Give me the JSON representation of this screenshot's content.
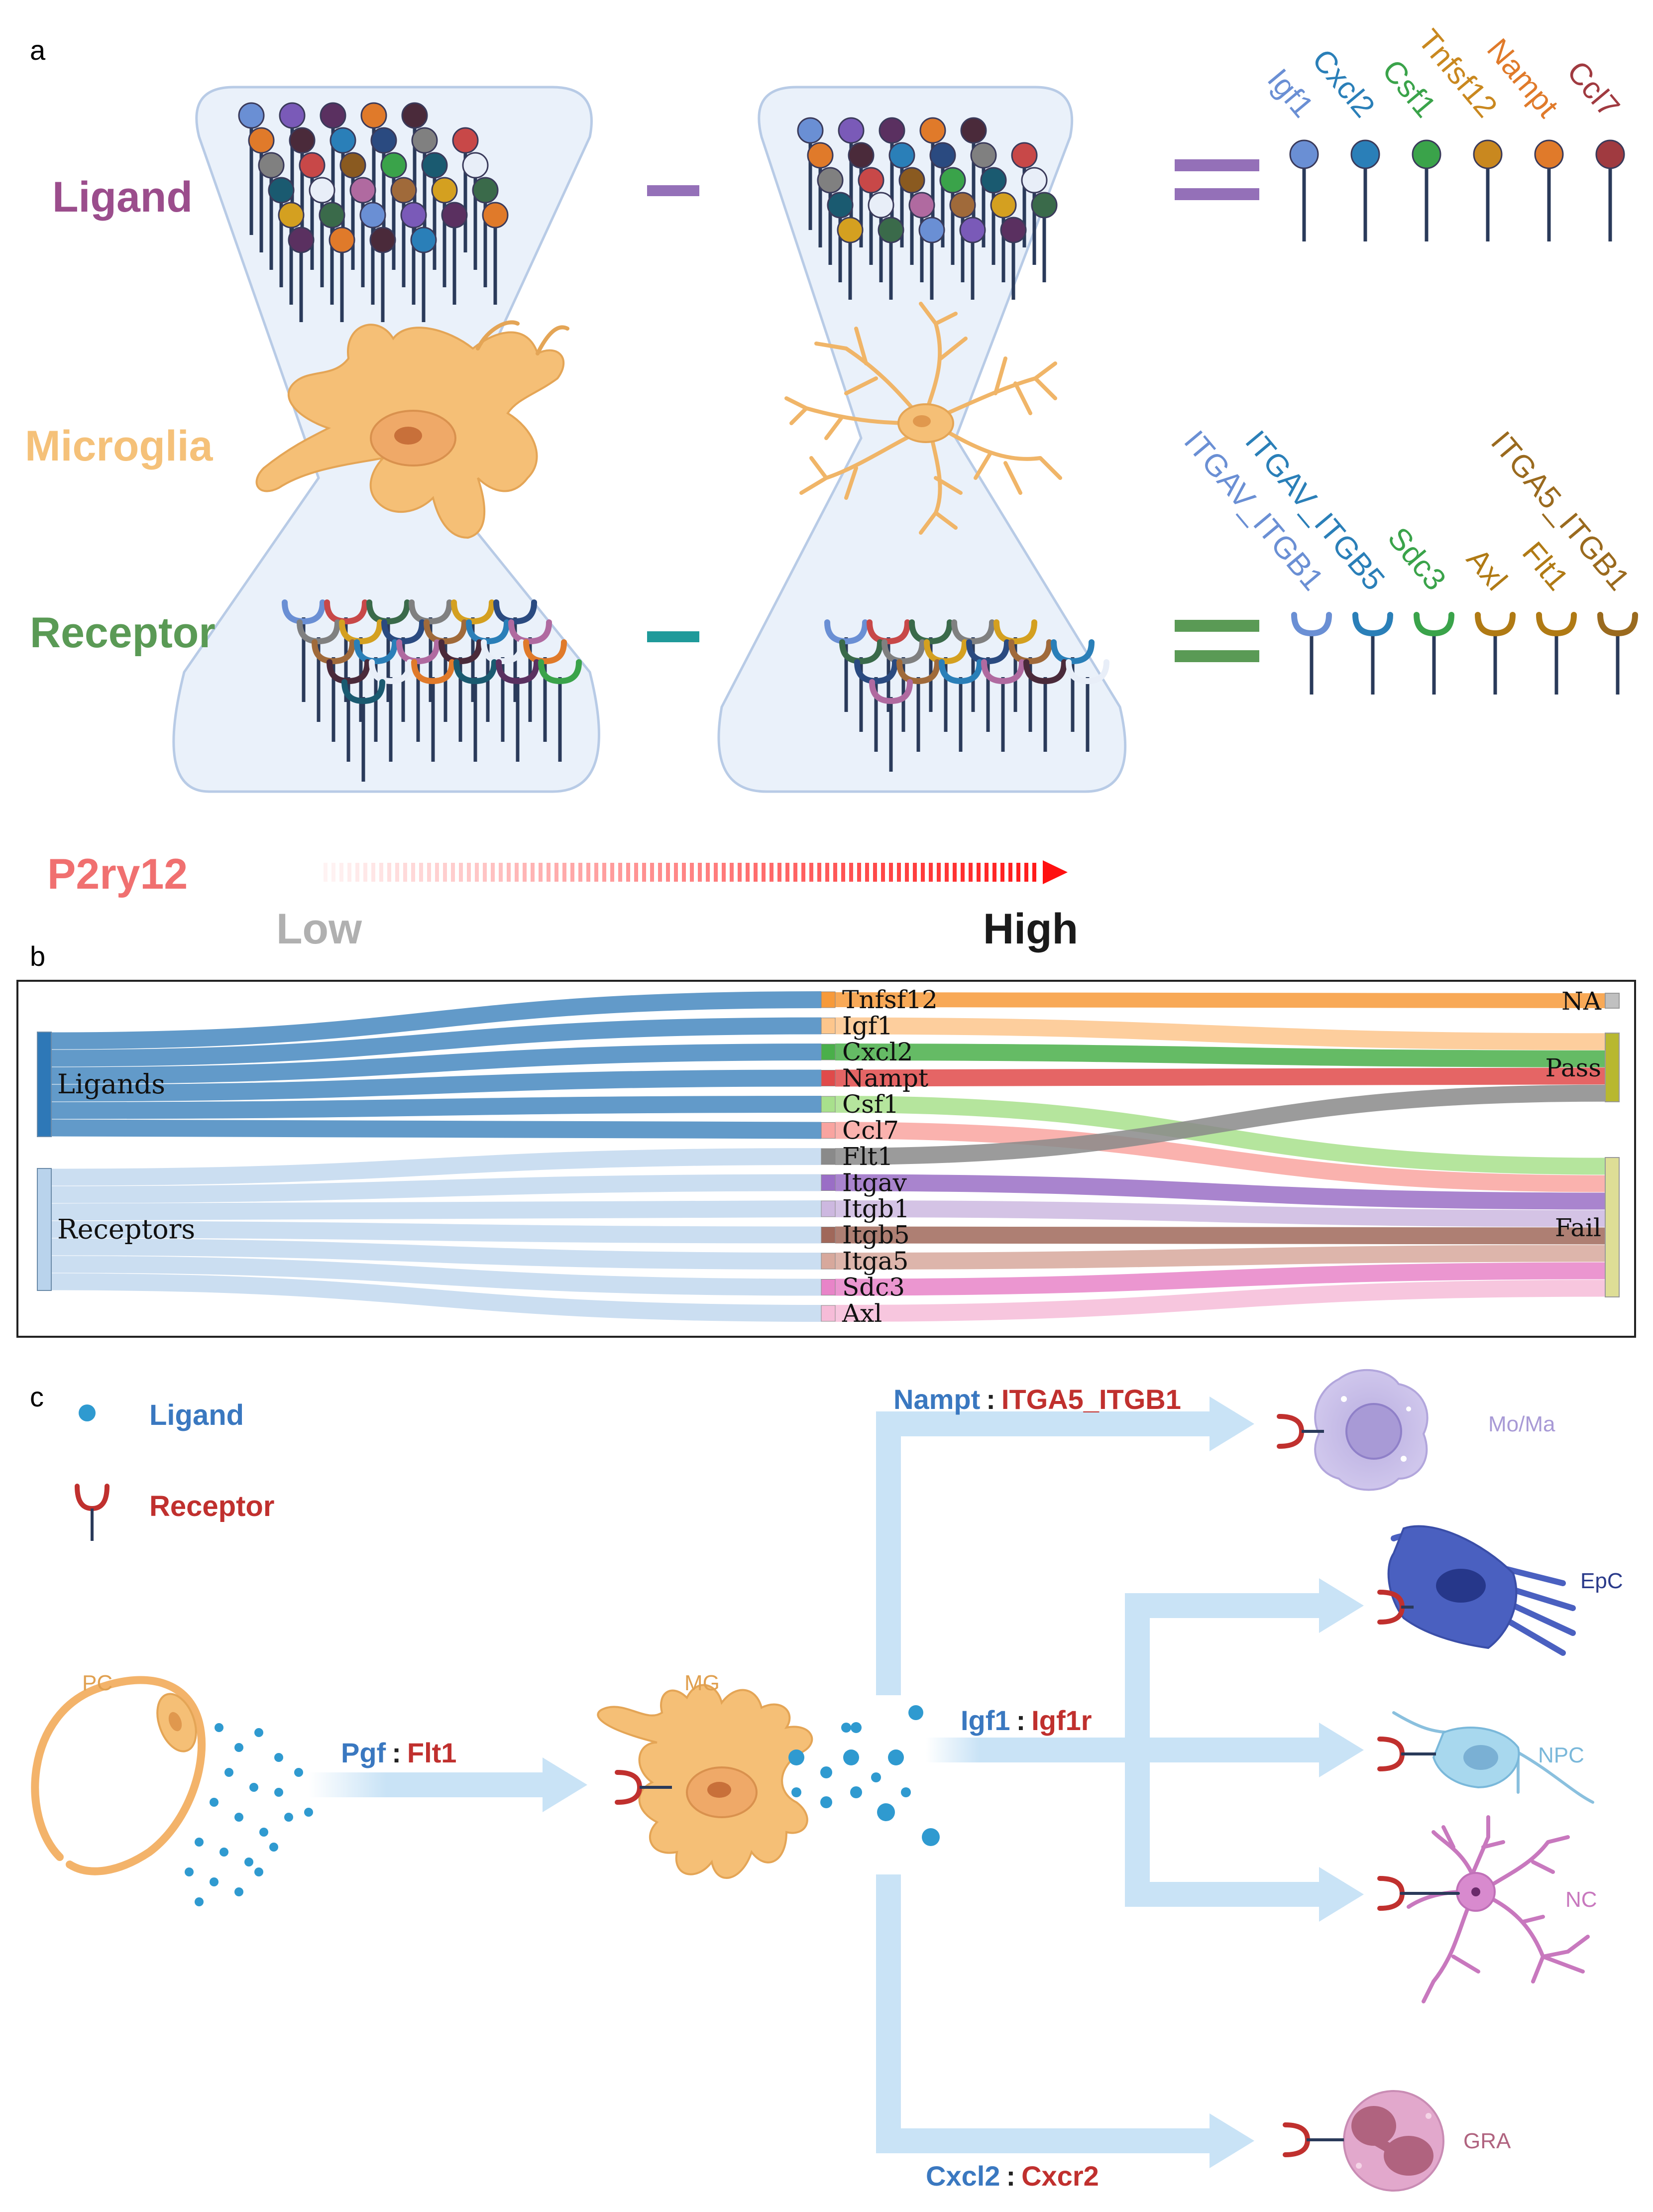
{
  "panel_labels": {
    "a": "a",
    "b": "b",
    "c": "c"
  },
  "panel_a": {
    "row_labels": {
      "ligand": "Ligand",
      "microglia": "Microglia",
      "receptor": "Receptor"
    },
    "ligand_genes": [
      {
        "name": "Igf1",
        "color": "#6a8fd4"
      },
      {
        "name": "Cxcl2",
        "color": "#2a7fb8"
      },
      {
        "name": "Csf1",
        "color": "#3aa34a"
      },
      {
        "name": "Tnfsf12",
        "color": "#c9881f"
      },
      {
        "name": "Nampt",
        "color": "#e07a2a"
      },
      {
        "name": "Ccl7",
        "color": "#a03a40"
      }
    ],
    "receptor_genes": [
      {
        "name": "ITGAV_ITGB1",
        "color": "#6a8fd4"
      },
      {
        "name": "ITGAV_ITGB5",
        "color": "#2a7fb8"
      },
      {
        "name": "Sdc3",
        "color": "#3aa34a"
      },
      {
        "name": "Axl",
        "color": "#b07a14"
      },
      {
        "name": "Flt1",
        "color": "#b07a14"
      },
      {
        "name": "ITGA5_ITGB1",
        "color": "#9a6a1e"
      }
    ],
    "gradient": {
      "gene": "P2ry12",
      "low": "Low",
      "high": "High"
    },
    "colors": {
      "ligand": "#9b4d8c",
      "microglia": "#f5c179",
      "receptor": "#5a9a55",
      "p2ry12": "#f07070",
      "minus_ligand": "#9470b8",
      "minus_receptor": "#1f9a9a",
      "cell": "#f5bf76"
    }
  },
  "panel_b": {
    "sources": [
      {
        "name": "Ligands",
        "color": "#2e78b7"
      },
      {
        "name": "Receptors",
        "color": "#b9d3ec"
      }
    ],
    "genes": [
      {
        "name": "Tnfsf12",
        "color": "#f79a3a",
        "source": "Ligands",
        "target": "NA"
      },
      {
        "name": "Igf1",
        "color": "#fdc68c",
        "source": "Ligands",
        "target": "Pass"
      },
      {
        "name": "Cxcl2",
        "color": "#4aaf4a",
        "source": "Ligands",
        "target": "Pass"
      },
      {
        "name": "Nampt",
        "color": "#e04a4a",
        "source": "Ligands",
        "target": "Pass"
      },
      {
        "name": "Csf1",
        "color": "#a8e08c",
        "source": "Ligands",
        "target": "Fail"
      },
      {
        "name": "Ccl7",
        "color": "#f9a4a0",
        "source": "Ligands",
        "target": "Fail"
      },
      {
        "name": "Flt1",
        "color": "#8a8a8a",
        "source": "Receptors",
        "target": "Pass"
      },
      {
        "name": "Itgav",
        "color": "#9a6ec6",
        "source": "Receptors",
        "target": "Fail"
      },
      {
        "name": "Itgb1",
        "color": "#cdb8e0",
        "source": "Receptors",
        "target": "Fail"
      },
      {
        "name": "Itgb5",
        "color": "#a0685a",
        "source": "Receptors",
        "target": "Fail"
      },
      {
        "name": "Itga5",
        "color": "#d7a89c",
        "source": "Receptors",
        "target": "Fail"
      },
      {
        "name": "Sdc3",
        "color": "#e884c8",
        "source": "Receptors",
        "target": "Fail"
      },
      {
        "name": "Axl",
        "color": "#f6bcd8",
        "source": "Receptors",
        "target": "Fail"
      }
    ],
    "targets": [
      {
        "name": "NA",
        "color": "#c0c0c0"
      },
      {
        "name": "Pass",
        "color": "#b8b830"
      },
      {
        "name": "Fail",
        "color": "#dede96"
      }
    ]
  },
  "panel_c": {
    "legend": {
      "ligand": "Ligand",
      "receptor": "Receptor"
    },
    "cells": {
      "pc": "PC",
      "mg": "MG",
      "moma": "Mo/Ma",
      "epc": "EpC",
      "npc": "NPC",
      "nc": "NC",
      "gra": "GRA"
    },
    "interactions": {
      "pgf_flt1": {
        "ligand": "Pgf",
        "receptor": "Flt1",
        "sep": ":"
      },
      "nampt_itga5": {
        "ligand": "Nampt",
        "receptor": "ITGA5_ITGB1",
        "sep": ":"
      },
      "igf1_igf1r": {
        "ligand": "Igf1",
        "receptor": "Igf1r",
        "sep": ":"
      },
      "cxcl2_cxcr2": {
        "ligand": "Cxcl2",
        "receptor": "Cxcr2",
        "sep": ":"
      }
    },
    "colors": {
      "ligand_text": "#3a78c0",
      "receptor_text": "#c0302e",
      "arrow": "#c9e3f6",
      "ligand_dot": "#2f9ad0"
    }
  }
}
